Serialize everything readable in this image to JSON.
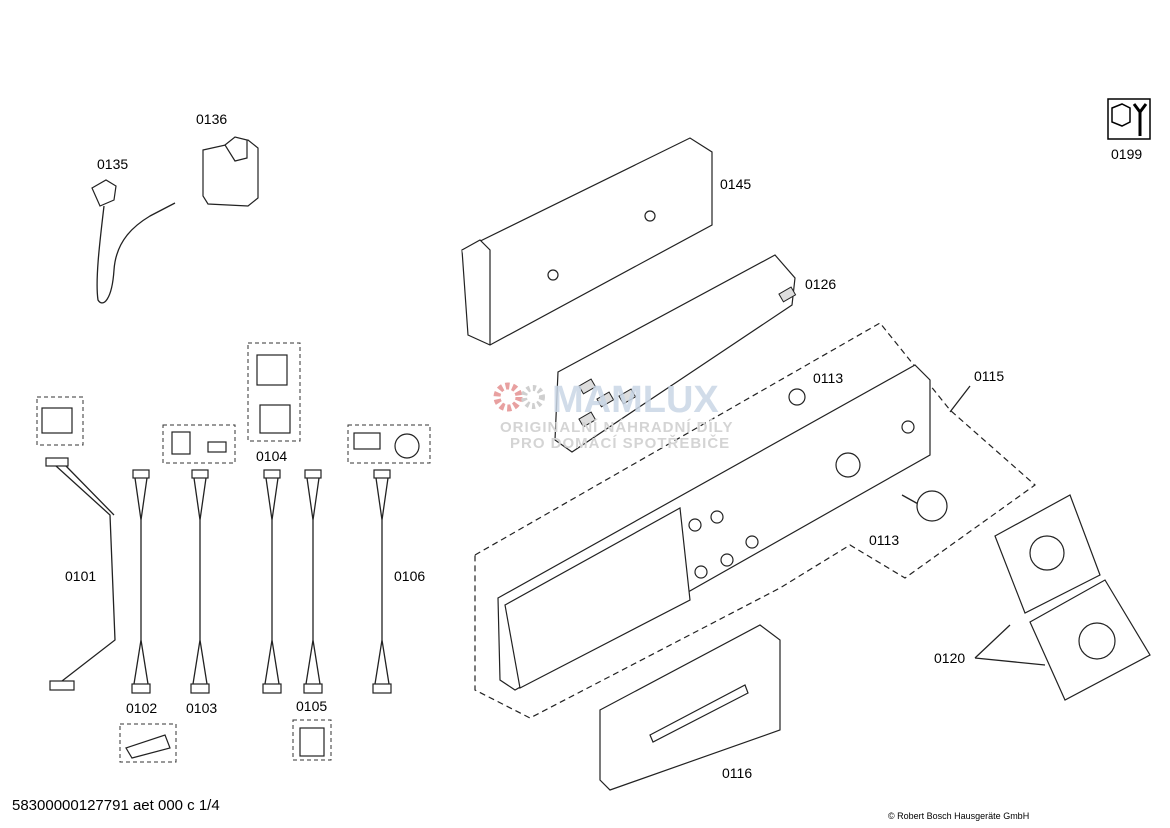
{
  "diagram": {
    "labels": {
      "p0135": "0135",
      "p0136": "0136",
      "p0145": "0145",
      "p0199": "0199",
      "p0126": "0126",
      "p0113a": "0113",
      "p0113b": "0113",
      "p0115": "0115",
      "p0101": "0101",
      "p0102": "0102",
      "p0103": "0103",
      "p0104": "0104",
      "p0105": "0105",
      "p0106": "0106",
      "p0120": "0120",
      "p0116": "0116"
    },
    "watermark": {
      "brand": "MAMLUX",
      "line1": "ORIGINALNÍ NÁHRADNÍ DÍLY",
      "line2": "PRO DOMÁCÍ SPOTŘEBIČE"
    }
  },
  "footer": {
    "document_id": "58300000127791 aet 000 c 1/4",
    "copyright": "© Robert Bosch Hausgeräte GmbH"
  },
  "colors": {
    "gear_red": "#e8a0a0",
    "gear_grey": "#cfcfcf"
  }
}
